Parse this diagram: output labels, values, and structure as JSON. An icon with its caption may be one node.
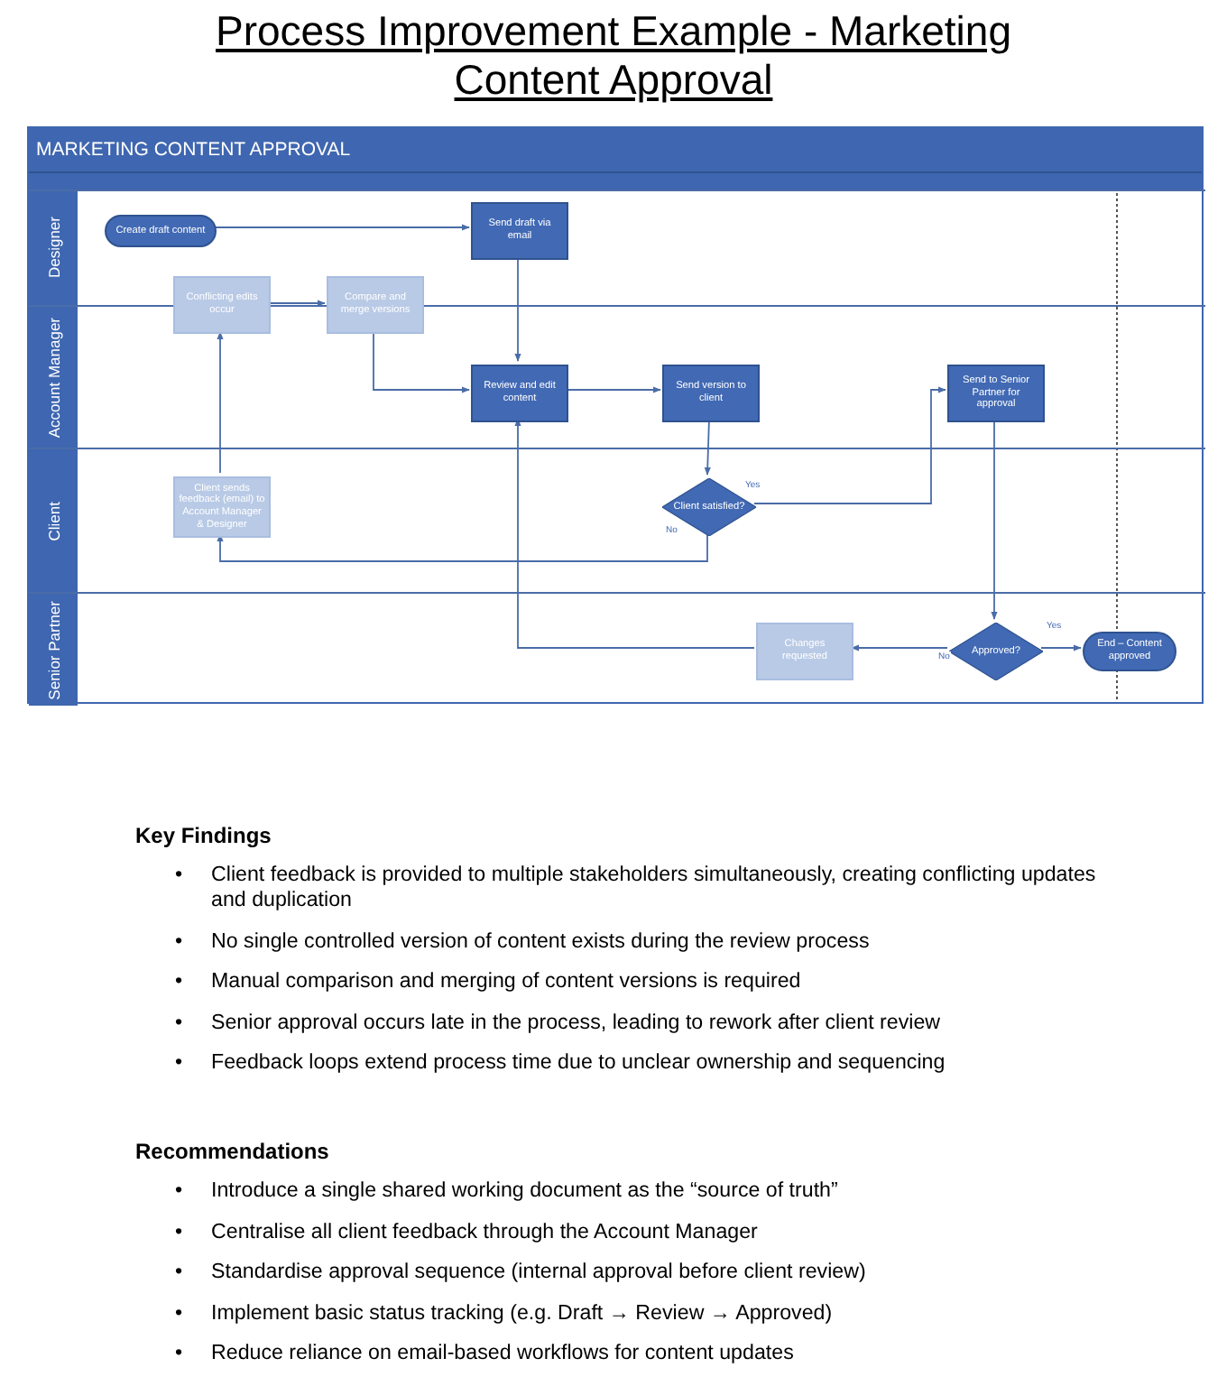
{
  "diagram": {
    "title": "Process Improvement Example - Marketing Content Approval",
    "nodes": [
      {
        "text": [
          "MARKETING CONTENT APPROVAL"
        ]
      },
      {
        "text": [
          "Designer"
        ],
        "in": 0
      },
      {
        "text": [
          "Account Manager"
        ],
        "in": 0
      },
      {
        "text": [
          "Client"
        ],
        "in": 0
      },
      {
        "text": [
          "Senior Partner"
        ],
        "in": 0
      },
      {
        "text": [
          "Create draft content"
        ],
        "in": 1
      },
      {
        "text": [
          "Send draft via email"
        ],
        "in": 1
      },
      {
        "text": [
          "Conflicting edits occur"
        ],
        "in": 0
      },
      {
        "text": [
          "Compare and merge versions"
        ],
        "in": 0
      },
      {
        "text": [
          "Review and edit content"
        ],
        "in": 2
      },
      {
        "text": [
          "Send version to client"
        ],
        "in": 2
      },
      {
        "text": [
          "Send to Senior Partner for approval"
        ],
        "in": 2
      },
      {
        "text": [
          "Client sends feedback (email) to Account Manager & Designer"
        ],
        "in": 3
      },
      {
        "text": [
          "Client satisfied?"
        ],
        "in": 3
      },
      {
        "text": [
          "Changes requested"
        ],
        "in": 4
      },
      {
        "text": [
          "Approved?"
        ],
        "in": 4
      },
      {
        "text": [
          "End – Content approved"
        ],
        "in": 4
      }
    ],
    "edges": [
      {
        "from": 5,
        "to": 6,
        "arrow": "to"
      },
      {
        "from": 6,
        "to": 9,
        "arrow": "to"
      },
      {
        "from": 7,
        "to": 8,
        "arrow": "to"
      },
      {
        "from": 8,
        "to": 9,
        "arrow": "to"
      },
      {
        "from": 9,
        "to": 10,
        "arrow": "to"
      },
      {
        "from": 10,
        "to": 13,
        "arrow": "to"
      },
      {
        "from": 13,
        "to": 11,
        "arrow": "to",
        "label": "Yes"
      },
      {
        "from": 13,
        "to": 12,
        "arrow": "to",
        "label": "No"
      },
      {
        "from": 12,
        "to": 7,
        "arrow": "to"
      },
      {
        "from": 11,
        "to": 15,
        "arrow": "to"
      },
      {
        "from": 15,
        "to": 16,
        "arrow": "to",
        "label": "Yes"
      },
      {
        "from": 15,
        "to": 14,
        "arrow": "to",
        "label": "No"
      },
      {
        "from": 14,
        "to": 9,
        "arrow": "to"
      }
    ],
    "labels": [
      "Key Findings",
      "•",
      "Client feedback is provided to multiple stakeholders simultaneously, creating conflicting updates and duplication",
      "•",
      "No single controlled version of content exists during the review process",
      "•",
      "Manual comparison and merging of content versions is required",
      "•",
      "Senior approval occurs late in the process, leading to rework after client review",
      "•",
      "Feedback loops extend process time due to unclear ownership and sequencing",
      "Recommendations",
      "•",
      "Introduce a single shared working document as the “source of truth”",
      "•",
      "Centralise all client feedback through the Account Manager",
      "•",
      "Standardise approval sequence (internal approval before client review)",
      "•",
      "Implement basic status tracking (e.g. Draft → Review → Approved)",
      "•",
      "Reduce reliance on email-based workflows for content updates"
    ]
  }
}
